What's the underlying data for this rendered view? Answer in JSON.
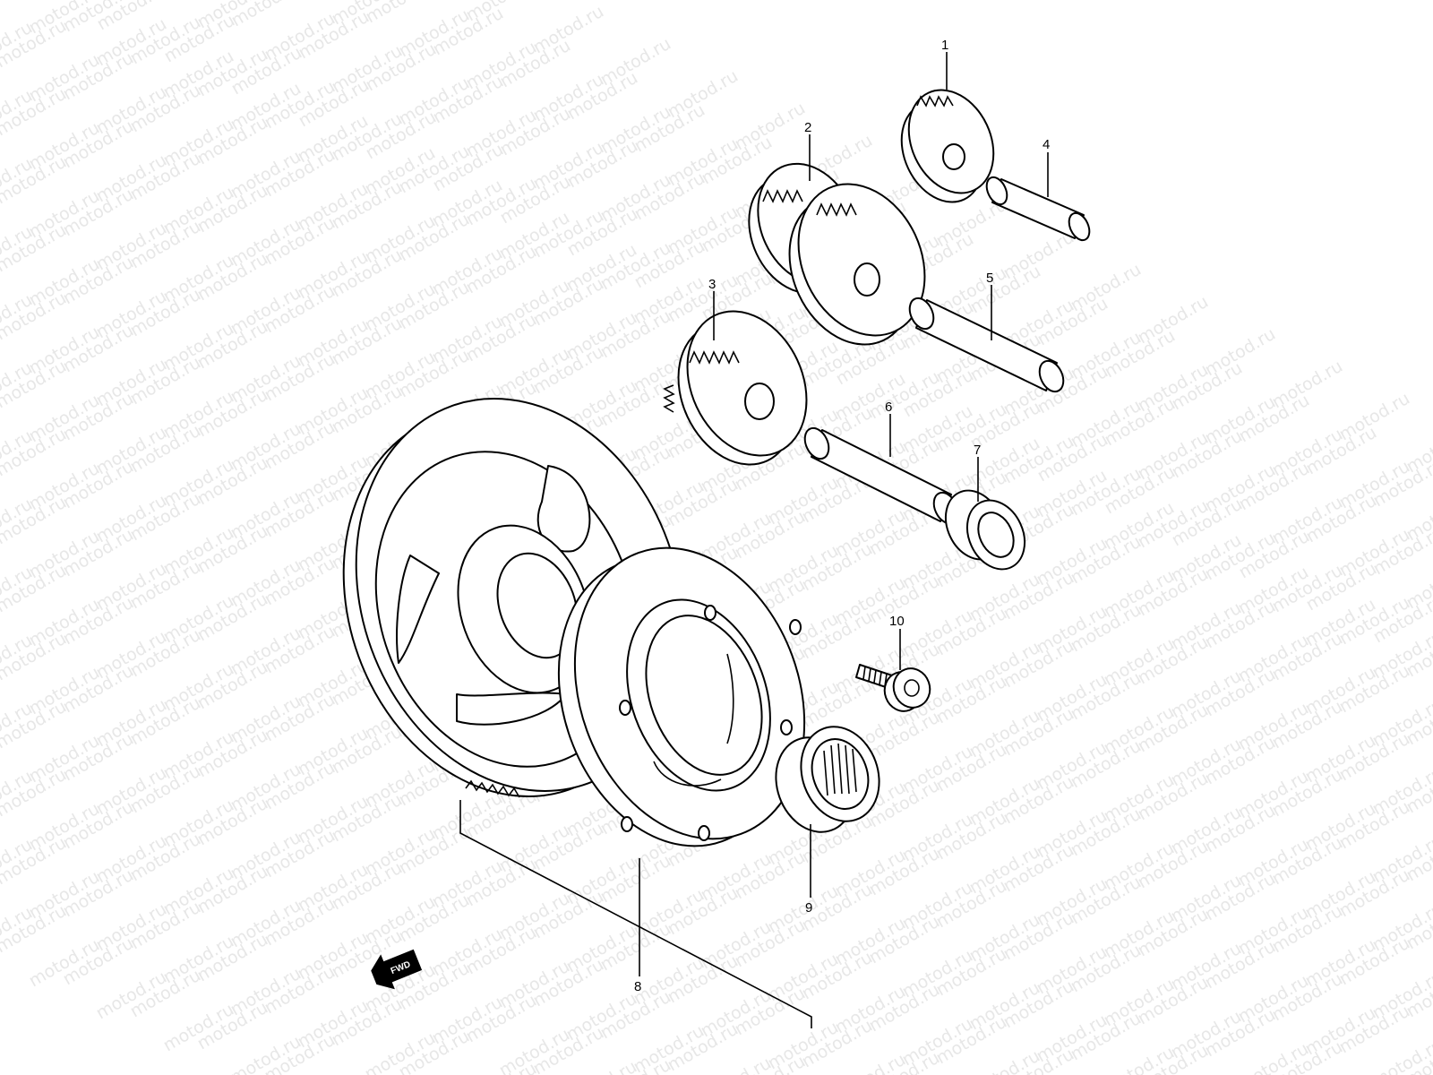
{
  "watermark": "motod.ru",
  "fwd_label": "FWD",
  "callouts": [
    "1",
    "2",
    "3",
    "4",
    "5",
    "6",
    "7",
    "8",
    "9",
    "10"
  ]
}
